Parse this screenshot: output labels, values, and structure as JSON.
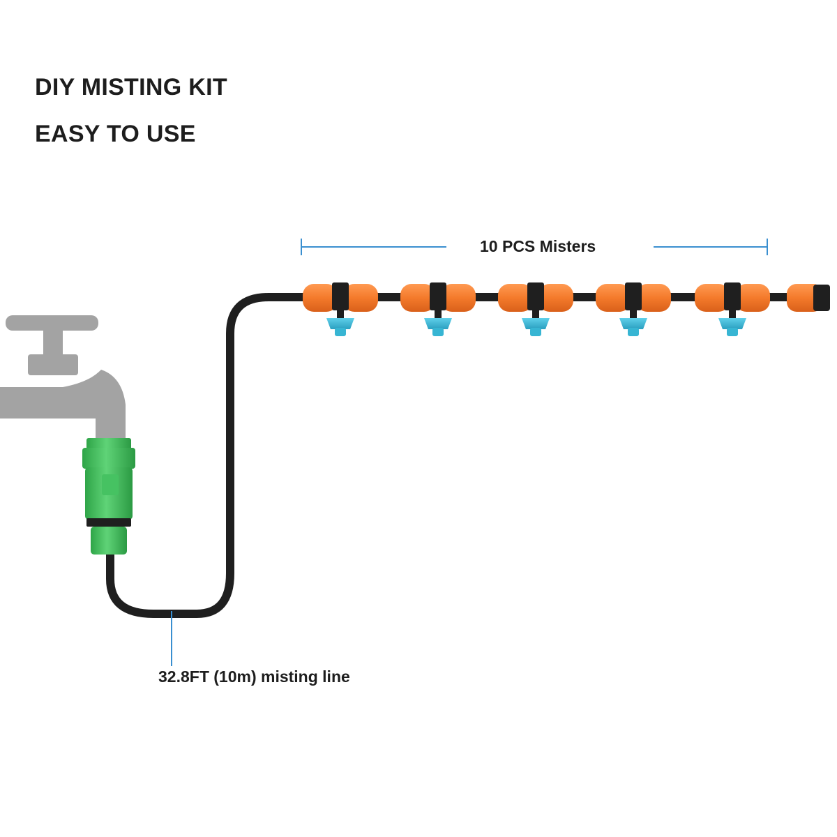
{
  "heading": {
    "title": "DIY MISTING KIT",
    "subtitle": "EASY TO USE"
  },
  "annotations": {
    "misters": "10 PCS Misters",
    "misting_line": "32.8FT (10m) misting line"
  },
  "colors": {
    "faucet": "#a3a3a3",
    "connector": "#3fbf5a",
    "tubing": "#1f1f1f",
    "mister_body": "#f47a2b",
    "nozzle": "#37b5d3",
    "dimension_line": "#3a8fd0"
  },
  "components": {
    "faucet": "faucet-icon",
    "connector": "hose-connector-icon",
    "tube": "misting-tube",
    "misters": [
      "mister",
      "mister",
      "mister",
      "mister",
      "mister"
    ],
    "end_cap": "end-cap"
  }
}
